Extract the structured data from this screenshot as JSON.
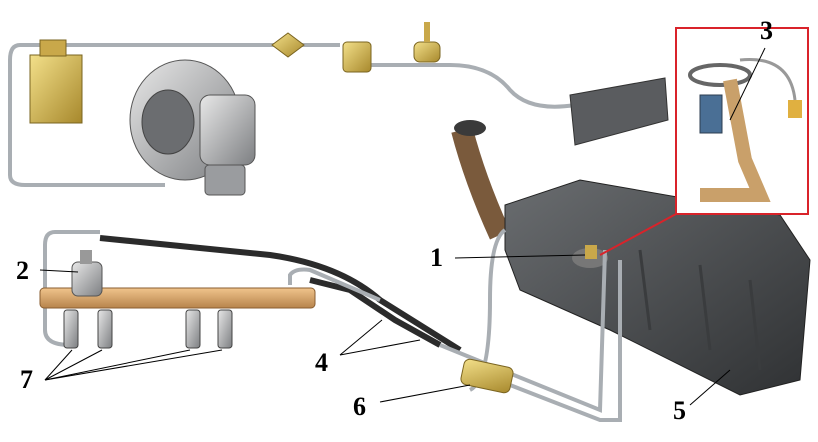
{
  "diagram": {
    "callouts": [
      {
        "id": "1",
        "text": "1"
      },
      {
        "id": "2",
        "text": "2"
      },
      {
        "id": "3",
        "text": "3"
      },
      {
        "id": "4",
        "text": "4"
      },
      {
        "id": "5",
        "text": "5"
      },
      {
        "id": "6",
        "text": "6"
      },
      {
        "id": "7",
        "text": "7"
      }
    ],
    "colors": {
      "pipe": "#a9aeb3",
      "hose": "#2b2b2b",
      "tank": "#4a4d50",
      "brass": "#c9a84a",
      "inset_border": "#d9232a"
    }
  }
}
